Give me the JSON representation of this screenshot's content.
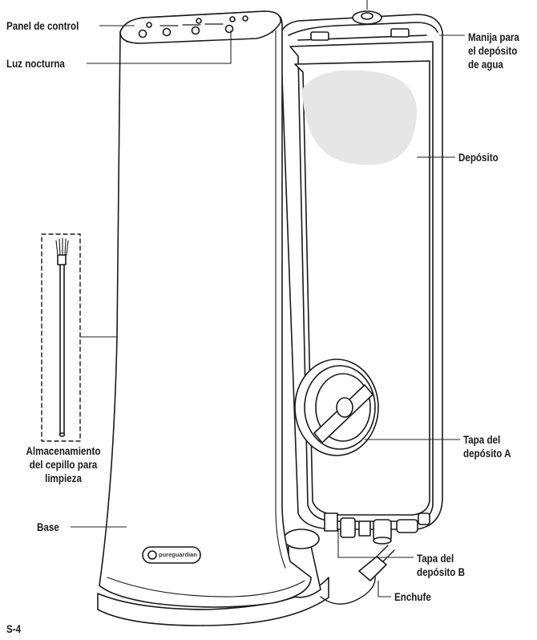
{
  "labels": {
    "control_panel": "Panel de control",
    "night_light": "Luz nocturna",
    "tank_handle_1": "Manija para",
    "tank_handle_2": "el depósito",
    "tank_handle_3": "de agua",
    "tank": "Depósito",
    "brush_storage_1": "Almacenamiento",
    "brush_storage_2": "del cepillo para",
    "brush_storage_3": "limpieza",
    "tank_cap_a_1": "Tapa del",
    "tank_cap_a_2": "depósito A",
    "base": "Base",
    "tank_cap_b_1": "Tapa del",
    "tank_cap_b_2": "depósito B",
    "plug": "Enchufe",
    "page_number": "S-4"
  },
  "brand": {
    "logo_text": "pureguardian"
  },
  "colors": {
    "ink": "#1a1a1a",
    "leader": "#222222",
    "fill": "#ffffff",
    "tank_shade": "#e6e6e6",
    "body_shade": "#f3f3f3"
  }
}
